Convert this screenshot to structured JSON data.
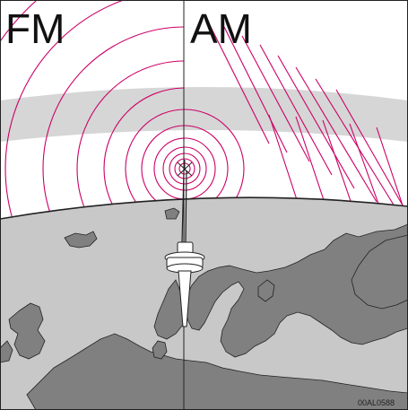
{
  "panels": {
    "left_label": "FM",
    "right_label": "AM"
  },
  "figure_code": "00AL0588",
  "colors": {
    "wave": "#cc0066",
    "ionosphere": "#d6d6d6",
    "land": "#808080",
    "sea": "#c8c8c8",
    "outline": "#222222"
  },
  "icons": {
    "transmitter": "radio-tower-icon"
  }
}
